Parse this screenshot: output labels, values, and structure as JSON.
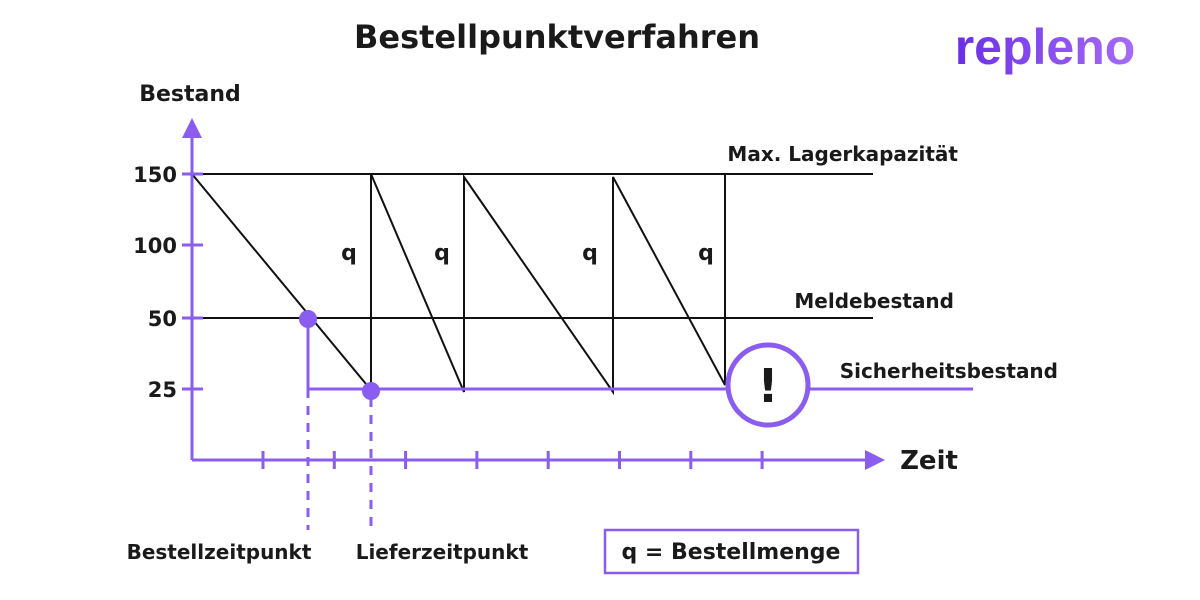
{
  "header": {
    "title": "Bestellpunktverfahren",
    "brand": "repleno"
  },
  "colors": {
    "accent": "#8a5cf0",
    "brand_start": "#6a2fe6",
    "brand_end": "#a66bf7",
    "ink": "#111111"
  },
  "chart_data": {
    "type": "line",
    "ylabel": "Bestand",
    "xlabel": "Zeit",
    "y_ticks": [
      "150",
      "100",
      "50",
      "25"
    ],
    "y_tick_values": [
      150,
      100,
      50,
      25
    ],
    "x_tick_count": 8,
    "ylim": [
      0,
      175
    ],
    "levels": [
      {
        "label": "Max. Lagerkapazität",
        "value": 150
      },
      {
        "label": "Meldebestand",
        "value": 50
      },
      {
        "label": "Sicherheitsbestand",
        "value": 25
      }
    ],
    "q_label": "q",
    "legend": "q = Bestellmenge",
    "markers": [
      {
        "label": "Bestellzeitpunkt"
      },
      {
        "label": "Lieferzeitpunkt"
      }
    ],
    "warning_symbol": "!"
  }
}
